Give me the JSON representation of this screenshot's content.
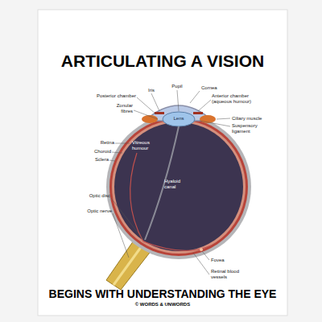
{
  "diagram": {
    "title": "ARTICULATING A VISION",
    "caption": "BEGINS WITH UNDERSTANDING THE EYE",
    "labels": [
      "Pupil",
      "Iris",
      "Cornea",
      "Posterior chamber",
      "Anterior chamber (aqueous humour)",
      "Zonular fibres",
      "Lens",
      "Ciliary muscle",
      "Suspensory ligament",
      "Retina",
      "Vitreous humour",
      "Choroid",
      "Sclera",
      "Hyaloid canal",
      "Optic disc",
      "Optic nerve",
      "Fovea",
      "Retinal blood vessels",
      "© WORDS & UNWORDS"
    ]
  }
}
